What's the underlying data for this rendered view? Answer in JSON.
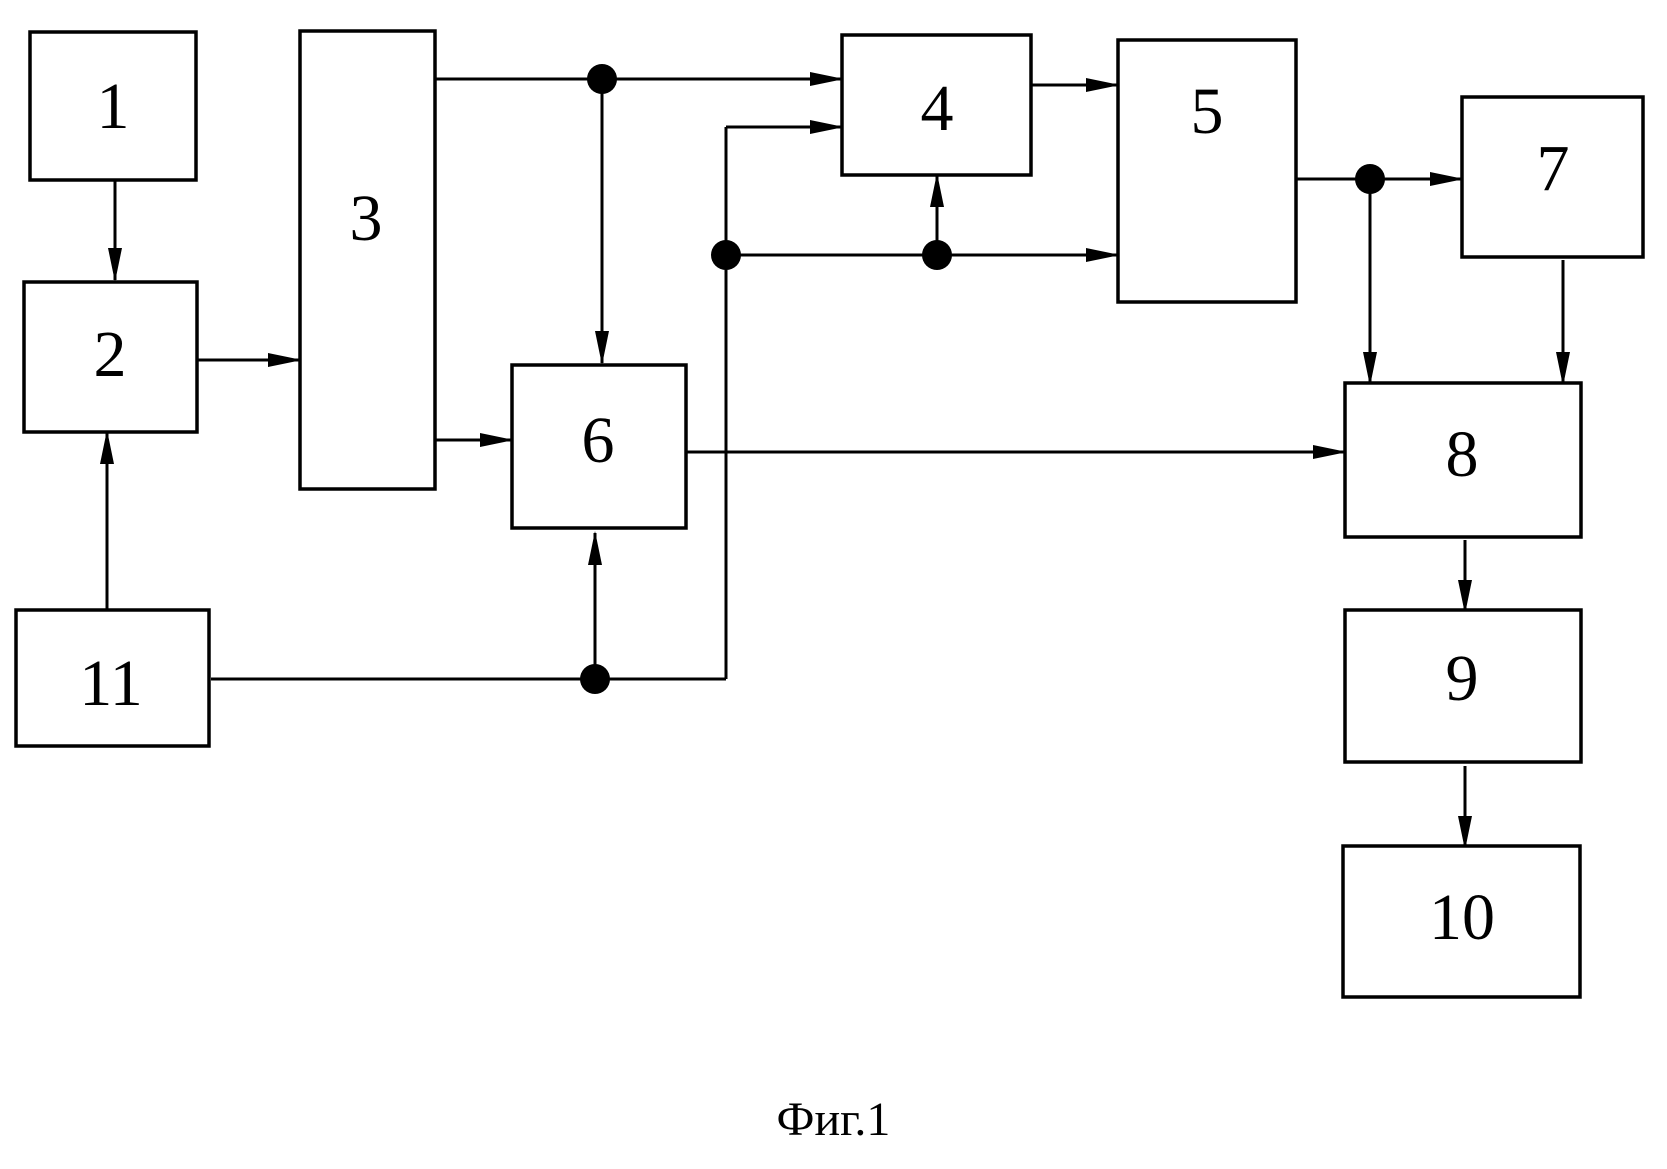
{
  "figure": {
    "caption": "Фиг.1",
    "blocks": [
      {
        "id": "b1",
        "label": "1"
      },
      {
        "id": "b2",
        "label": "2"
      },
      {
        "id": "b3",
        "label": "3"
      },
      {
        "id": "b4",
        "label": "4"
      },
      {
        "id": "b5",
        "label": "5"
      },
      {
        "id": "b6",
        "label": "6"
      },
      {
        "id": "b7",
        "label": "7"
      },
      {
        "id": "b8",
        "label": "8"
      },
      {
        "id": "b9",
        "label": "9"
      },
      {
        "id": "b10",
        "label": "10"
      },
      {
        "id": "b11",
        "label": "11"
      }
    ],
    "connections": [
      {
        "from": "1",
        "to": "2"
      },
      {
        "from": "11",
        "to": "2"
      },
      {
        "from": "2",
        "to": "3"
      },
      {
        "from": "3",
        "to": "4"
      },
      {
        "from": "3",
        "to": "6"
      },
      {
        "from": "11",
        "to": "6"
      },
      {
        "from": "11",
        "to": "4"
      },
      {
        "from": "11",
        "to": "5"
      },
      {
        "from": "4",
        "to": "5"
      },
      {
        "from": "5",
        "to": "7"
      },
      {
        "from": "5",
        "to": "8"
      },
      {
        "from": "6",
        "to": "8"
      },
      {
        "from": "7",
        "to": "8"
      },
      {
        "from": "8",
        "to": "9"
      },
      {
        "from": "9",
        "to": "10"
      }
    ]
  }
}
